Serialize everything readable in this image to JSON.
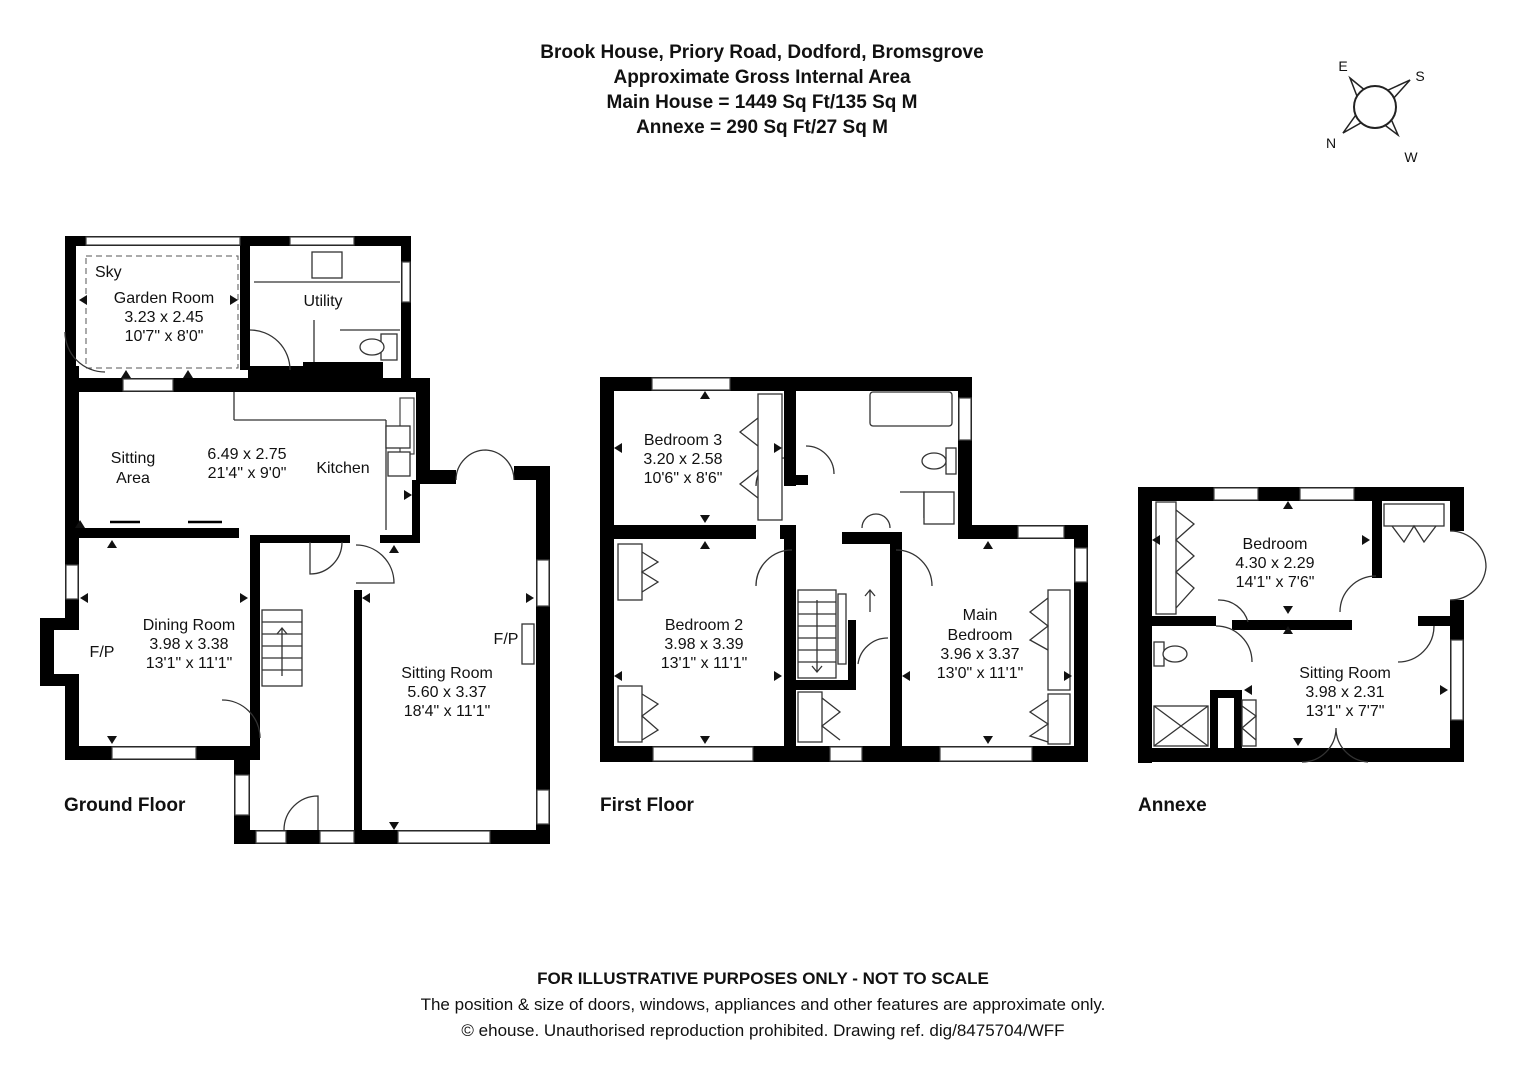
{
  "header": {
    "line1": "Brook House, Priory Road, Dodford, Bromsgrove",
    "line2": "Approximate Gross Internal Area",
    "line3": "Main House = 1449 Sq Ft/135 Sq M",
    "line4": "Annexe = 290 Sq Ft/27 Sq M"
  },
  "compass": {
    "e": "E",
    "s": "S",
    "n": "N",
    "w": "W"
  },
  "floors": {
    "ground": {
      "label": "Ground Floor"
    },
    "first": {
      "label": "First Floor"
    },
    "annexe": {
      "label": "Annexe"
    }
  },
  "rooms": {
    "sky": "Sky",
    "garden_room": {
      "name": "Garden Room",
      "metric": "3.23 x 2.45",
      "imperial": "10'7\" x 8'0\""
    },
    "utility": "Utility",
    "sitting_area": {
      "line1": "Sitting",
      "line2": "Area"
    },
    "kitchen": {
      "name": "Kitchen",
      "metric": "6.49 x 2.75",
      "imperial": "21'4\" x 9'0\""
    },
    "dining_room": {
      "name": "Dining Room",
      "metric": "3.98 x 3.38",
      "imperial": "13'1\" x 11'1\""
    },
    "fp_dining": "F/P",
    "sitting_room_ground": {
      "name": "Sitting Room",
      "metric": "5.60 x 3.37",
      "imperial": "18'4\" x 11'1\""
    },
    "fp_sitting": "F/P",
    "bedroom_3": {
      "name": "Bedroom 3",
      "metric": "3.20 x 2.58",
      "imperial": "10'6\" x 8'6\""
    },
    "bedroom_2": {
      "name": "Bedroom 2",
      "metric": "3.98 x 3.39",
      "imperial": "13'1\" x 11'1\""
    },
    "main_bedroom": {
      "line1": "Main",
      "line2": "Bedroom",
      "metric": "3.96 x 3.37",
      "imperial": "13'0\" x 11'1\""
    },
    "annexe_bedroom": {
      "name": "Bedroom",
      "metric": "4.30 x 2.29",
      "imperial": "14'1\" x 7'6\""
    },
    "annexe_sitting": {
      "name": "Sitting Room",
      "metric": "3.98 x 2.31",
      "imperial": "13'1\" x 7'7\""
    }
  },
  "footer": {
    "disclaimer": "FOR ILLUSTRATIVE PURPOSES ONLY - NOT TO SCALE",
    "note": "The position & size of doors, windows, appliances and other features are approximate only.",
    "copyright": "© ehouse. Unauthorised reproduction prohibited. Drawing ref. dig/8475704/WFF"
  }
}
